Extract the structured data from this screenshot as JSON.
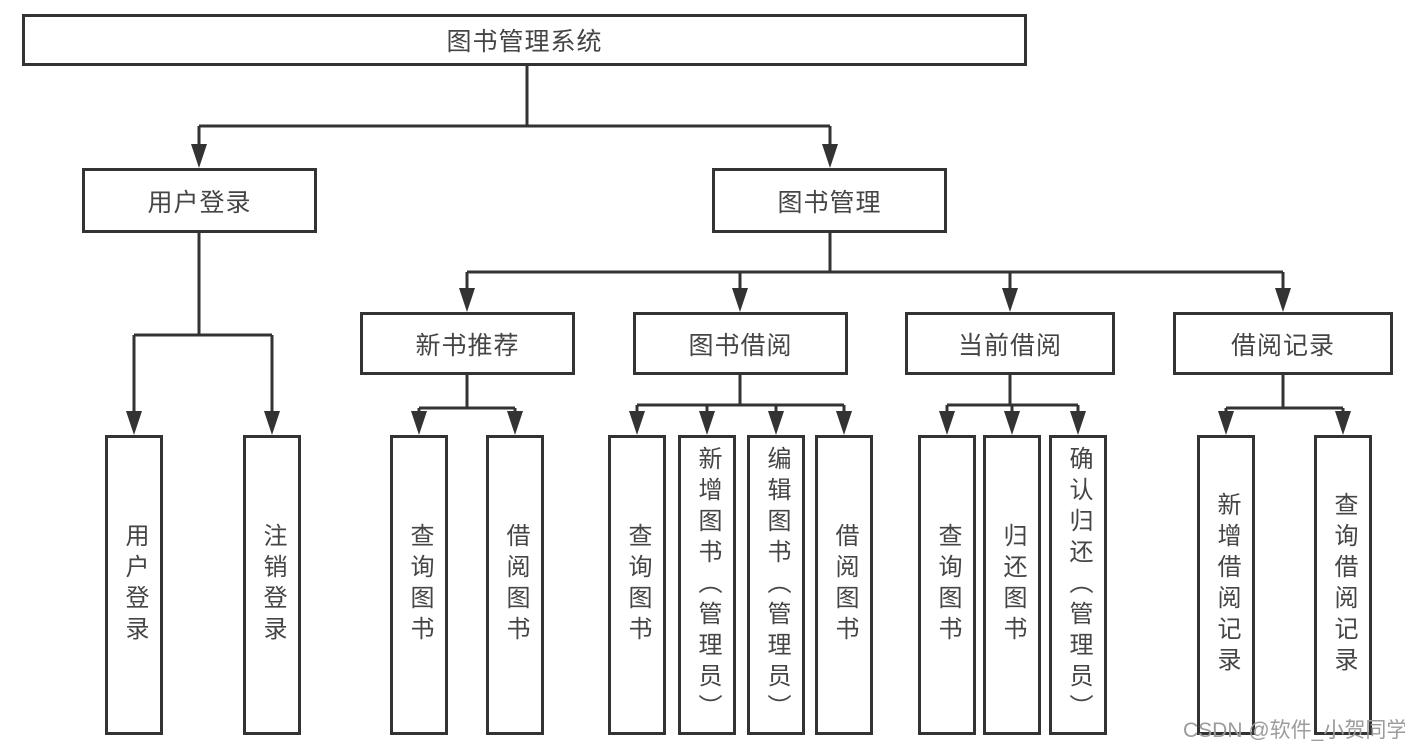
{
  "colors": {
    "line": "#333333",
    "box_background": "#ffffff",
    "node_text": "#454545",
    "watermark_text": "#9c9c9c",
    "page_background": "#ffffff"
  },
  "watermark": "CSDN @软件_小贺同学",
  "tree": {
    "label": "图书管理系统",
    "children": [
      {
        "label": "用户登录",
        "children": [
          {
            "label": "用户登录"
          },
          {
            "label": "注销登录"
          }
        ]
      },
      {
        "label": "图书管理",
        "children": [
          {
            "label": "新书推荐",
            "children": [
              {
                "label": "查询图书"
              },
              {
                "label": "借阅图书"
              }
            ]
          },
          {
            "label": "图书借阅",
            "children": [
              {
                "label": "查询图书"
              },
              {
                "label": "新增图书（管理员）"
              },
              {
                "label": "编辑图书（管理员）"
              },
              {
                "label": "借阅图书"
              }
            ]
          },
          {
            "label": "当前借阅",
            "children": [
              {
                "label": "查询图书"
              },
              {
                "label": "归还图书"
              },
              {
                "label": "确认归还（管理员）"
              }
            ]
          },
          {
            "label": "借阅记录",
            "children": [
              {
                "label": "新增借阅记录"
              },
              {
                "label": "查询借阅记录"
              }
            ]
          }
        ]
      }
    ]
  }
}
